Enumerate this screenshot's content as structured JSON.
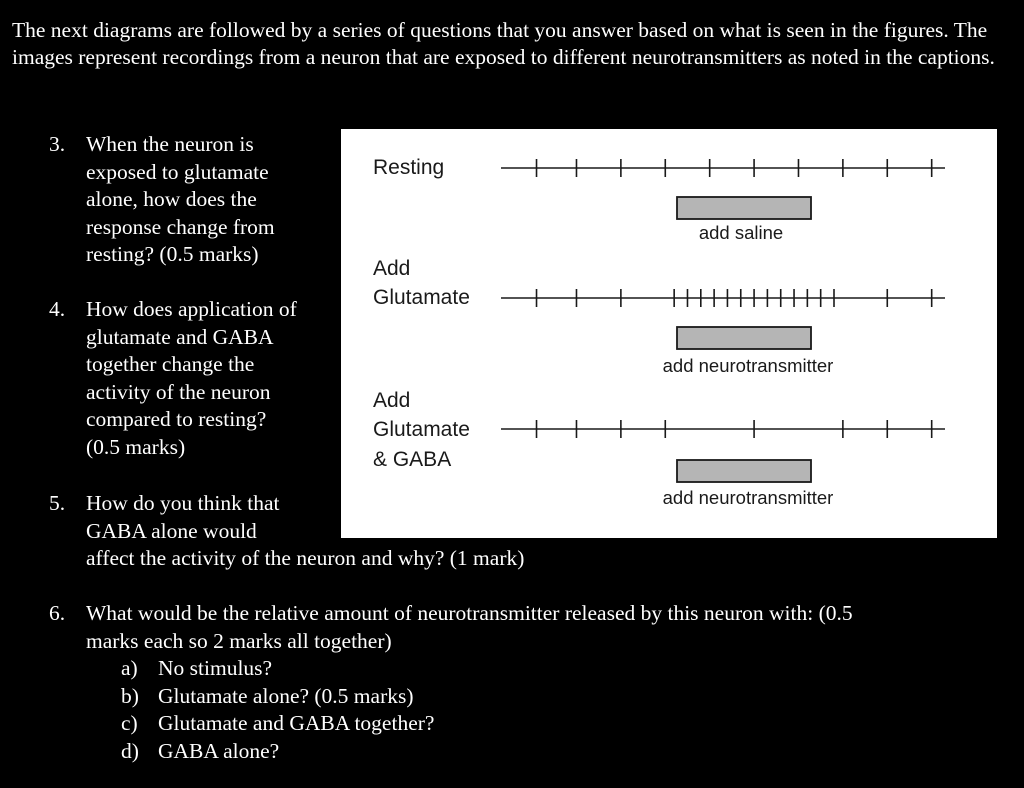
{
  "intro": "The next diagrams are followed by a series of questions that you answer based on what is seen in the figures. The images represent recordings from a neuron that are exposed to different neurotransmitters as noted in the captions.",
  "questions": [
    {
      "num": "3.",
      "lines": [
        "When the neuron is",
        "exposed to glutamate",
        "alone, how does the",
        "response change from",
        "resting? (0.5 marks)"
      ]
    },
    {
      "num": "4.",
      "lines": [
        "How does application of",
        "glutamate and GABA",
        "together change the",
        "activity of the neuron",
        "compared to resting?",
        "(0.5 marks)"
      ]
    },
    {
      "num": "5.",
      "lines": [
        "How do you think that",
        "GABA alone would",
        "affect the activity of the neuron and why? (1 mark)"
      ]
    },
    {
      "num": "6.",
      "lines": [
        "What would be the relative amount of neurotransmitter released by this neuron with: (0.5",
        "marks each so 2 marks all together)"
      ],
      "sub": [
        {
          "letter": "a)",
          "text": "No stimulus?"
        },
        {
          "letter": "b)",
          "text": "Glutamate alone? (0.5 marks)"
        },
        {
          "letter": "c)",
          "text": "Glutamate and GABA together?"
        },
        {
          "letter": "d)",
          "text": "GABA alone?"
        }
      ]
    }
  ],
  "figure": {
    "rows": [
      {
        "label_lines": [
          "Resting"
        ],
        "caption": "add saline",
        "spike_times": [
          0.08,
          0.17,
          0.27,
          0.37,
          0.47,
          0.57,
          0.67,
          0.77,
          0.87,
          0.97
        ]
      },
      {
        "label_lines": [
          "Add",
          "Glutamate"
        ],
        "caption": "add neurotransmitter",
        "spike_times": [
          0.08,
          0.17,
          0.27,
          0.39,
          0.42,
          0.45,
          0.48,
          0.51,
          0.54,
          0.57,
          0.6,
          0.63,
          0.66,
          0.69,
          0.72,
          0.75,
          0.87,
          0.97
        ]
      },
      {
        "label_lines": [
          "Add",
          "Glutamate",
          "& GABA"
        ],
        "caption": "add neurotransmitter",
        "spike_times": [
          0.08,
          0.17,
          0.27,
          0.37,
          0.57,
          0.77,
          0.87,
          0.97
        ]
      }
    ],
    "colors": {
      "trace": "#1a1a1a",
      "bar_fill": "#b5b5b5",
      "bar_stroke": "#1a1a1a"
    }
  }
}
